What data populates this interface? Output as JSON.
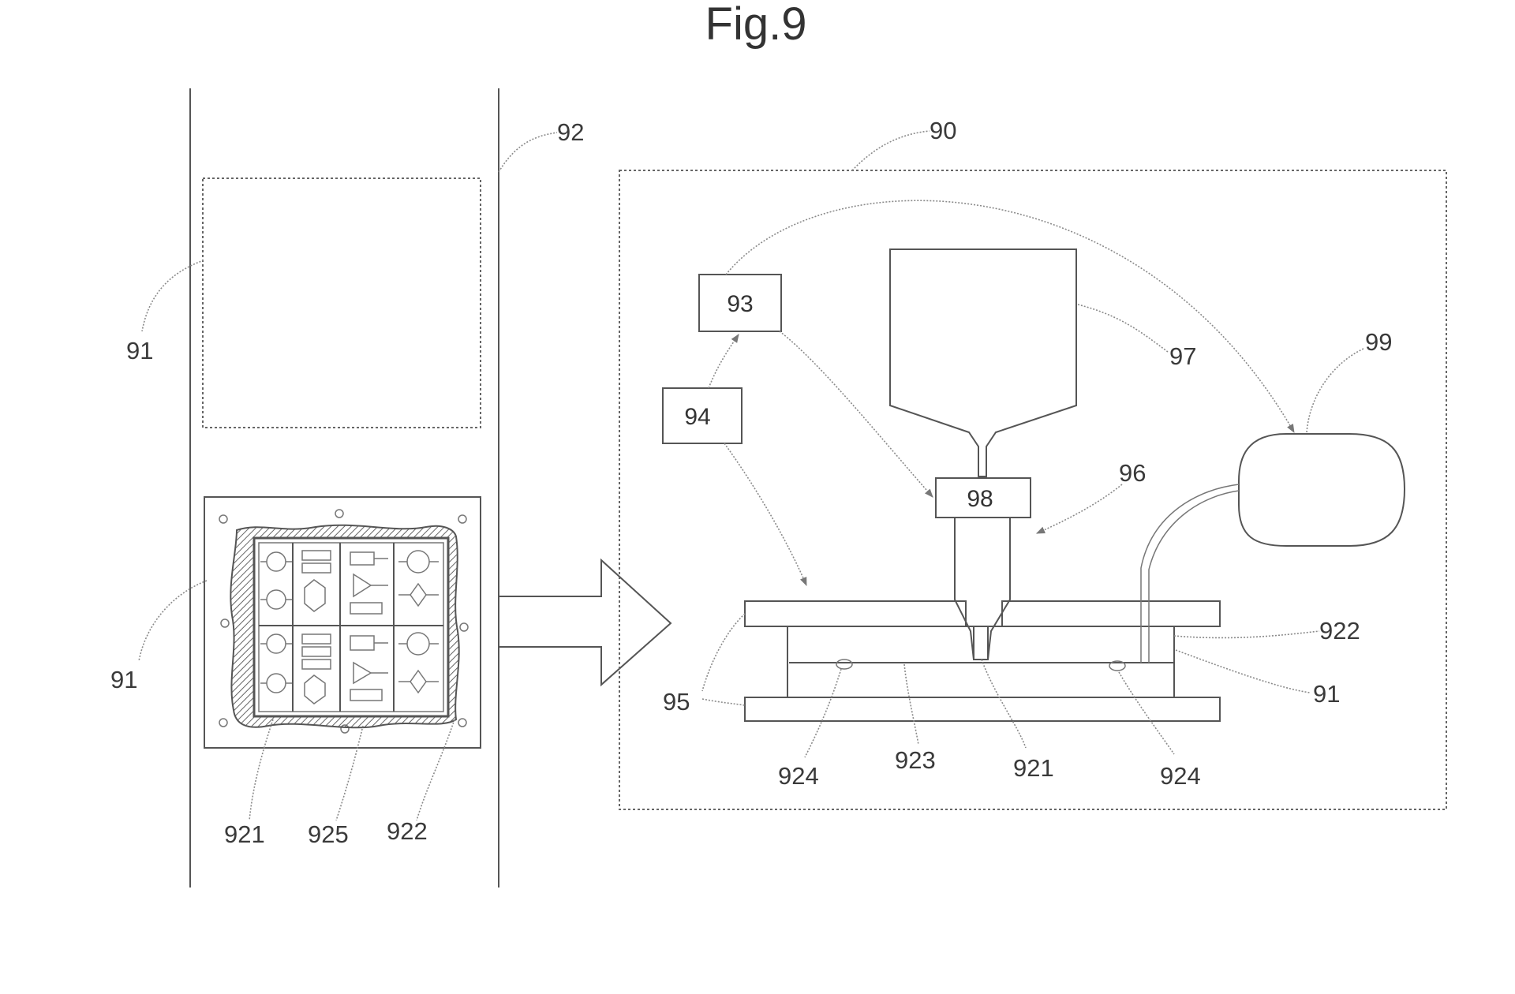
{
  "figure": {
    "title": "Fig.9"
  },
  "labels": {
    "l90": "90",
    "l92": "92",
    "l91_top": "91",
    "l91_mid": "91",
    "l91_right": "91",
    "l93": "93",
    "l94": "94",
    "l95": "95",
    "l96": "96",
    "l97": "97",
    "l98": "98",
    "l99": "99",
    "l921_left": "921",
    "l925": "925",
    "l922_left": "922",
    "l922_right": "922",
    "l924_left": "924",
    "l923": "923",
    "l921_right": "921",
    "l924_right": "924"
  }
}
